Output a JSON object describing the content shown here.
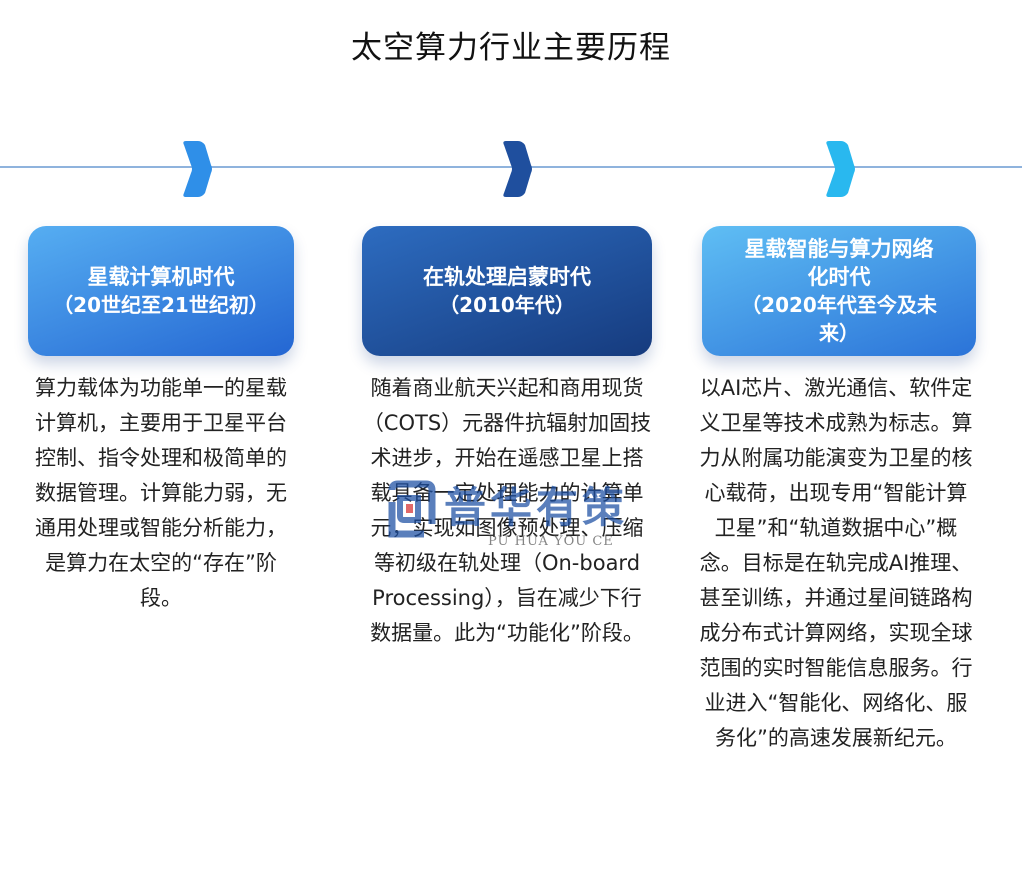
{
  "title": "太空算力行业主要历程",
  "colors": {
    "marker_1": "#2f8fe8",
    "marker_2": "#1f4f9e",
    "marker_3": "#29b8ef",
    "timeline": "#8fb3dd",
    "watermark_blue": "#1c4fa3",
    "watermark_red": "#d63030"
  },
  "stages": [
    {
      "heading_lines": [
        "星载计算机时代",
        "（20世纪至21世纪初）"
      ],
      "description": "算力载体为功能单一的星载计算机，主要用于卫星平台控制、指令处理和极简单的数据管理。计算能力弱，无通用处理或智能分析能力，是算力在太空的“存在”阶段。"
    },
    {
      "heading_lines": [
        "在轨处理启蒙时代",
        "（2010年代）"
      ],
      "description": "随着商业航天兴起和商用现货（COTS）元器件抗辐射加固技术进步，开始在遥感卫星上搭载具备一定处理能力的计算单元，实现如图像预处理、压缩等初级在轨处理（On-board Processing），旨在减少下行数据量。此为“功能化”阶段。"
    },
    {
      "heading_lines": [
        "星载智能与算力网络",
        "化时代",
        "（2020年代至今及未",
        "来）"
      ],
      "description": "以AI芯片、激光通信、软件定义卫星等技术成熟为标志。算力从附属功能演变为卫星的核心载荷，出现专用“智能计算卫星”和“轨道数据中心”概念。目标是在轨完成AI推理、甚至训练，并通过星间链路构成分布式计算网络，实现全球范围的实时智能信息服务。行业进入“智能化、网络化、服务化”的高速发展新纪元。"
    }
  ],
  "watermark": {
    "brand_cn": "普华有策",
    "brand_en": "PU HUA YOU CE"
  }
}
